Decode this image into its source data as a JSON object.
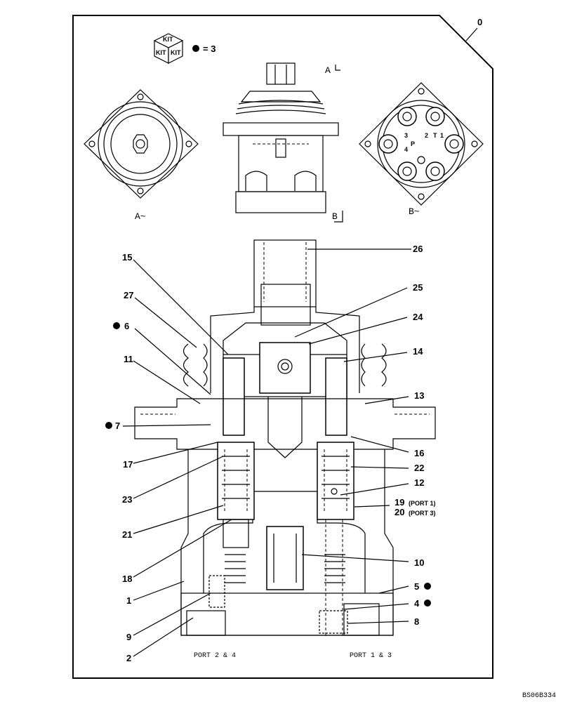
{
  "drawing_ref": "BS06B334",
  "kit_icon": {
    "text": "KIT",
    "note": "= 3"
  },
  "views": {
    "a_label": "A~",
    "b_label": "B~",
    "a_arrow": "A",
    "b_arrow": "B"
  },
  "ports": {
    "left": "PORT 2 & 4",
    "right": "PORT 1 & 3"
  },
  "callouts": {
    "c0": "0",
    "c26": "26",
    "c15": "15",
    "c27": "27",
    "c6": "6",
    "c25": "25",
    "c24": "24",
    "c14": "14",
    "c11": "11",
    "c13": "13",
    "c7": "7",
    "c16": "16",
    "c17": "17",
    "c22": "22",
    "c23": "23",
    "c12": "12",
    "c19": "19",
    "c19_note": "(PORT 1)",
    "c20": "20",
    "c20_note": "(PORT 3)",
    "c21": "21",
    "c10": "10",
    "c18": "18",
    "c5": "5",
    "c1": "1",
    "c4": "4",
    "c8": "8",
    "c9": "9",
    "c2": "2"
  },
  "b_view_marks": {
    "m1": "2",
    "m2": "T",
    "m3": "1",
    "m4": "3",
    "m5": "P",
    "m6": "4"
  }
}
